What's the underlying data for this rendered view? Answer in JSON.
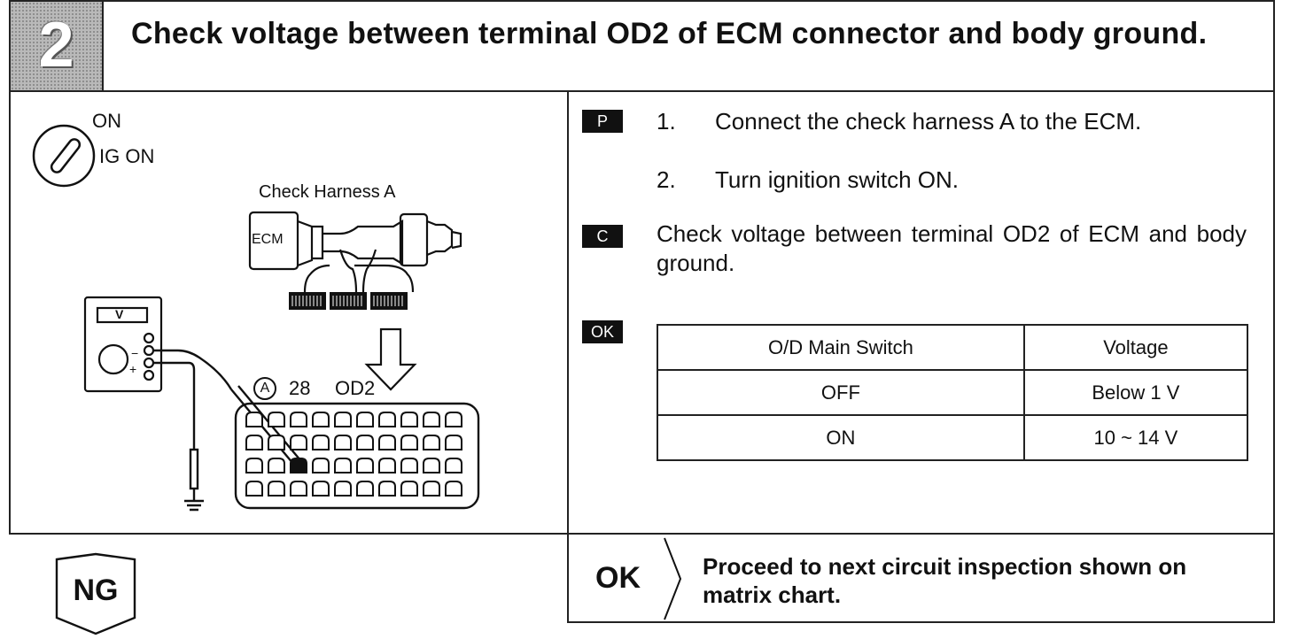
{
  "header": {
    "step_number": "2",
    "title": "Check voltage between terminal OD2 of ECM connector and body ground."
  },
  "diagram": {
    "ignition_on": "ON",
    "ignition_ig_on": "IG ON",
    "harness_label": "Check Harness A",
    "ecm_label": "ECM",
    "meter_label": "V",
    "connector_label": "A",
    "terminal_number": "28",
    "terminal_name": "OD2"
  },
  "procedure": {
    "prep_badge": "P",
    "steps": [
      {
        "num": "1.",
        "text": "Connect the check harness A to the ECM."
      },
      {
        "num": "2.",
        "text": "Turn ignition switch ON."
      }
    ],
    "check_badge": "C",
    "check_text": "Check voltage between terminal OD2 of ECM and body ground.",
    "ok_badge": "OK"
  },
  "spec_table": {
    "headers": [
      "O/D Main Switch",
      "Voltage"
    ],
    "rows": [
      [
        "OFF",
        "Below 1 V"
      ],
      [
        "ON",
        "10 ~ 14 V"
      ]
    ]
  },
  "results": {
    "ng_label": "NG",
    "ok_label": "OK",
    "ok_text": "Proceed to next circuit inspection shown on matrix chart."
  }
}
